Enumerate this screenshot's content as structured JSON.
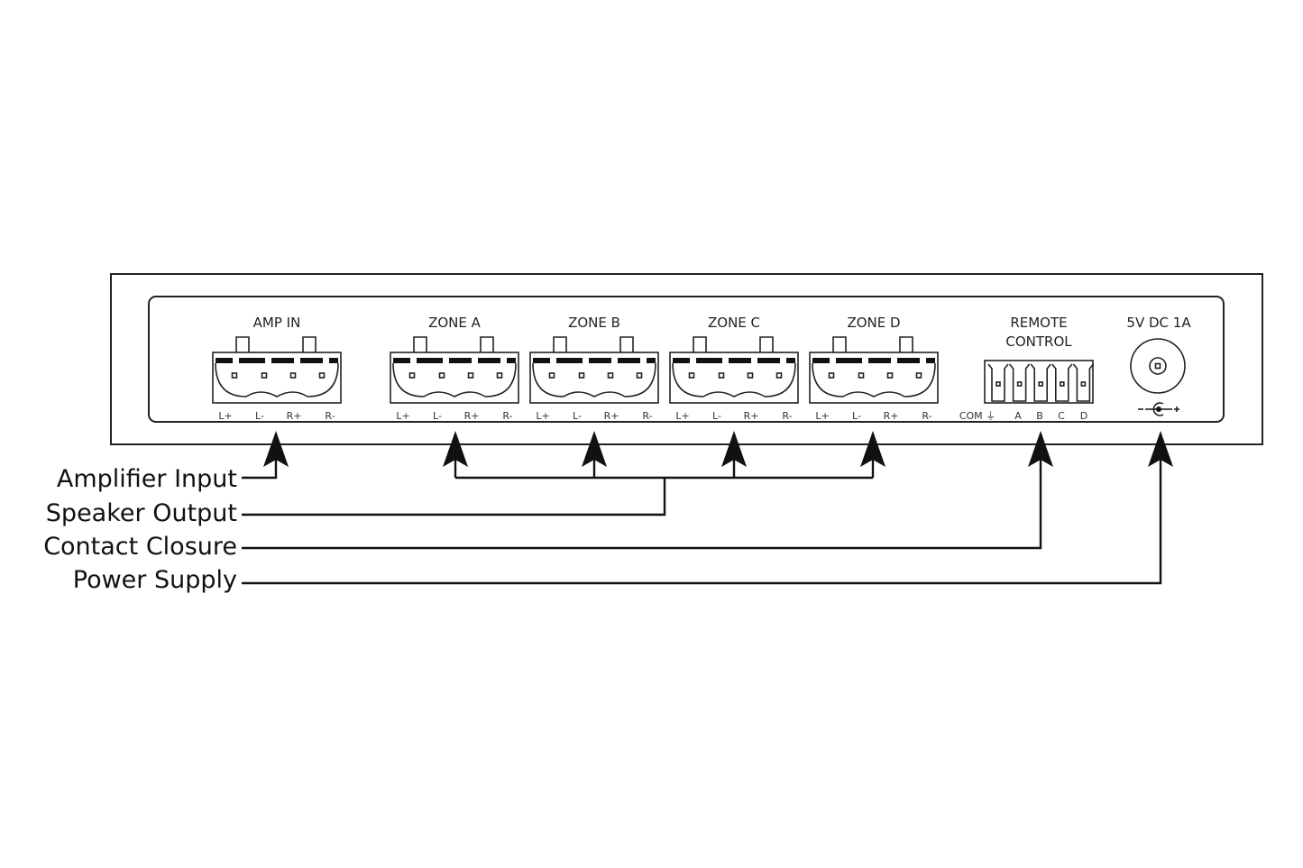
{
  "panel": {
    "connectors": [
      {
        "label": "AMP IN",
        "pins": [
          "L+",
          "L-",
          "R+",
          "R-"
        ]
      },
      {
        "label": "ZONE A",
        "pins": [
          "L+",
          "L-",
          "R+",
          "R-"
        ]
      },
      {
        "label": "ZONE B",
        "pins": [
          "L+",
          "L-",
          "R+",
          "R-"
        ]
      },
      {
        "label": "ZONE C",
        "pins": [
          "L+",
          "L-",
          "R+",
          "R-"
        ]
      },
      {
        "label": "ZONE D",
        "pins": [
          "L+",
          "L-",
          "R+",
          "R-"
        ]
      }
    ],
    "remote": {
      "label_line1": "REMOTE",
      "label_line2": "CONTROL",
      "pins": [
        "COM ⏚",
        "A",
        "B",
        "C",
        "D"
      ]
    },
    "power": {
      "label": "5V DC 1A",
      "polarity": "-◐+"
    }
  },
  "callouts": [
    {
      "label": "Amplifier Input"
    },
    {
      "label": "Speaker Output"
    },
    {
      "label": "Contact Closure"
    },
    {
      "label": "Power Supply"
    }
  ]
}
